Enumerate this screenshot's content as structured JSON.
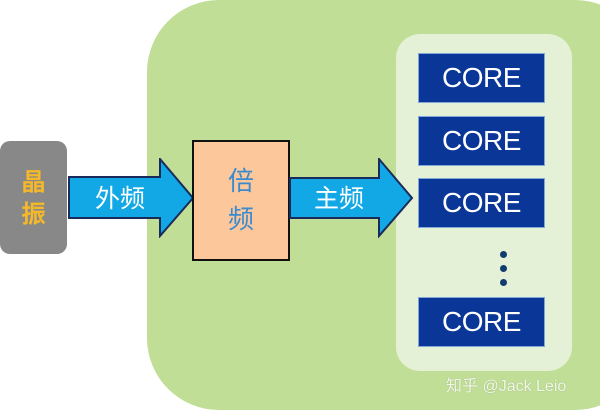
{
  "diagram": {
    "crystal": {
      "label_line1": "晶",
      "label_line2": "振",
      "bg_color": "#888888",
      "text_color": "#f5b82a"
    },
    "external_freq_arrow": {
      "label": "外频",
      "color": "#12a8e6"
    },
    "multiplier": {
      "label_line1": "倍",
      "label_line2": "频",
      "bg_color": "#fbc79b",
      "text_color": "#3a8ad0"
    },
    "main_freq_arrow": {
      "label": "主频",
      "color": "#12a8e6"
    },
    "cores": [
      {
        "label": "CORE"
      },
      {
        "label": "CORE"
      },
      {
        "label": "CORE"
      },
      {
        "label": "CORE"
      }
    ],
    "ellipsis": "⋮",
    "core_color": "#0a3797",
    "board_color": "#c0de96",
    "panel_color": "#e4f1d6"
  },
  "watermark": "知乎 @Jack Leio"
}
